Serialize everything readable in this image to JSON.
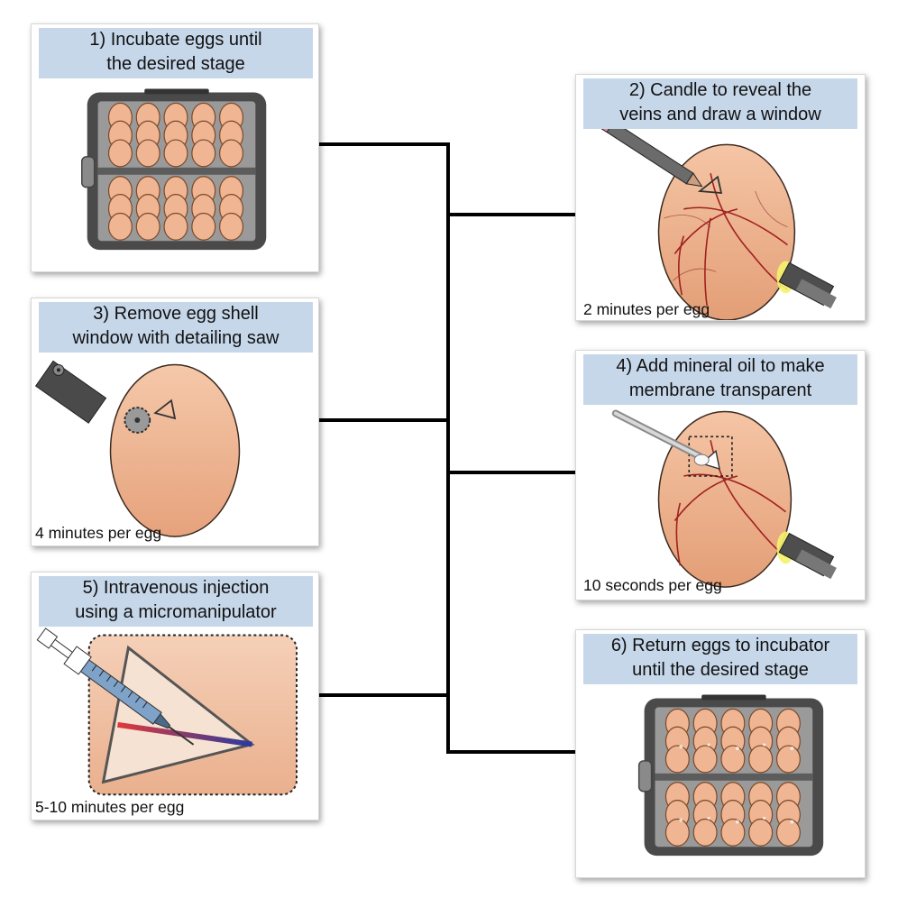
{
  "steps": [
    {
      "title": "1) Incubate eggs until\nthe desired stage",
      "time": ""
    },
    {
      "title": "2) Candle to reveal the\nveins and draw a window",
      "time": "2 minutes per egg"
    },
    {
      "title": "3) Remove egg shell\nwindow with detailing saw",
      "time": "4 minutes per egg"
    },
    {
      "title": "4) Add mineral oil to make\nmembrane transparent",
      "time": "10 seconds per egg"
    },
    {
      "title": "5) Intravenous injection\nusing a micromanipulator",
      "time": "5-10 minutes per egg"
    },
    {
      "title": "6) Return eggs to incubator\nuntil the desired stage",
      "time": ""
    }
  ],
  "colors": {
    "title_bg": "#c6d7ea",
    "egg": "#f0b592",
    "incubator": "#4a4a4a",
    "vein": "#9b1b1b",
    "connector": "#000000"
  }
}
